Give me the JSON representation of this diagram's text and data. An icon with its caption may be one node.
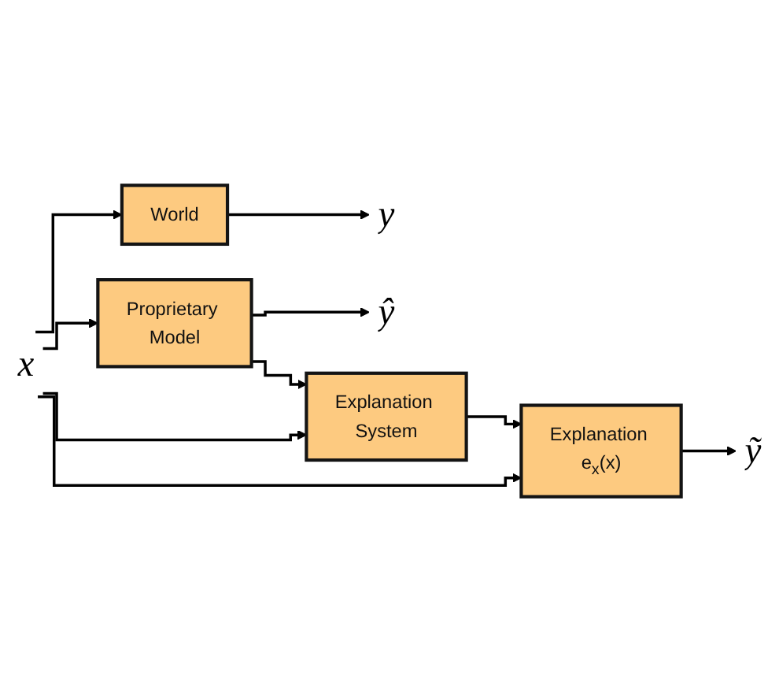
{
  "diagram": {
    "nodes": [
      {
        "text": [
          "x"
        ]
      },
      {
        "text": [
          "World"
        ]
      },
      {
        "text": [
          "Proprietary Model"
        ]
      },
      {
        "text": [
          "Explanation System"
        ]
      },
      {
        "text": [
          "Explanation e$_{x}$(x)"
        ]
      },
      {
        "text": [
          "y"
        ]
      },
      {
        "text": [
          "ŷ"
        ]
      },
      {
        "text": [
          "ỹ"
        ]
      }
    ],
    "edges": [
      {
        "from": 0,
        "to": 1,
        "arrow": "to"
      },
      {
        "from": 0,
        "to": 2,
        "arrow": "to"
      },
      {
        "from": 0,
        "to": 3,
        "arrow": "to"
      },
      {
        "from": 0,
        "to": 4,
        "arrow": "to"
      },
      {
        "from": 1,
        "to": 5,
        "arrow": "to"
      },
      {
        "from": 2,
        "to": 6,
        "arrow": "to"
      },
      {
        "from": 2,
        "to": 3,
        "arrow": "to"
      },
      {
        "from": 3,
        "to": 4,
        "arrow": "to"
      },
      {
        "from": 4,
        "to": 7,
        "arrow": "to"
      }
    ]
  }
}
